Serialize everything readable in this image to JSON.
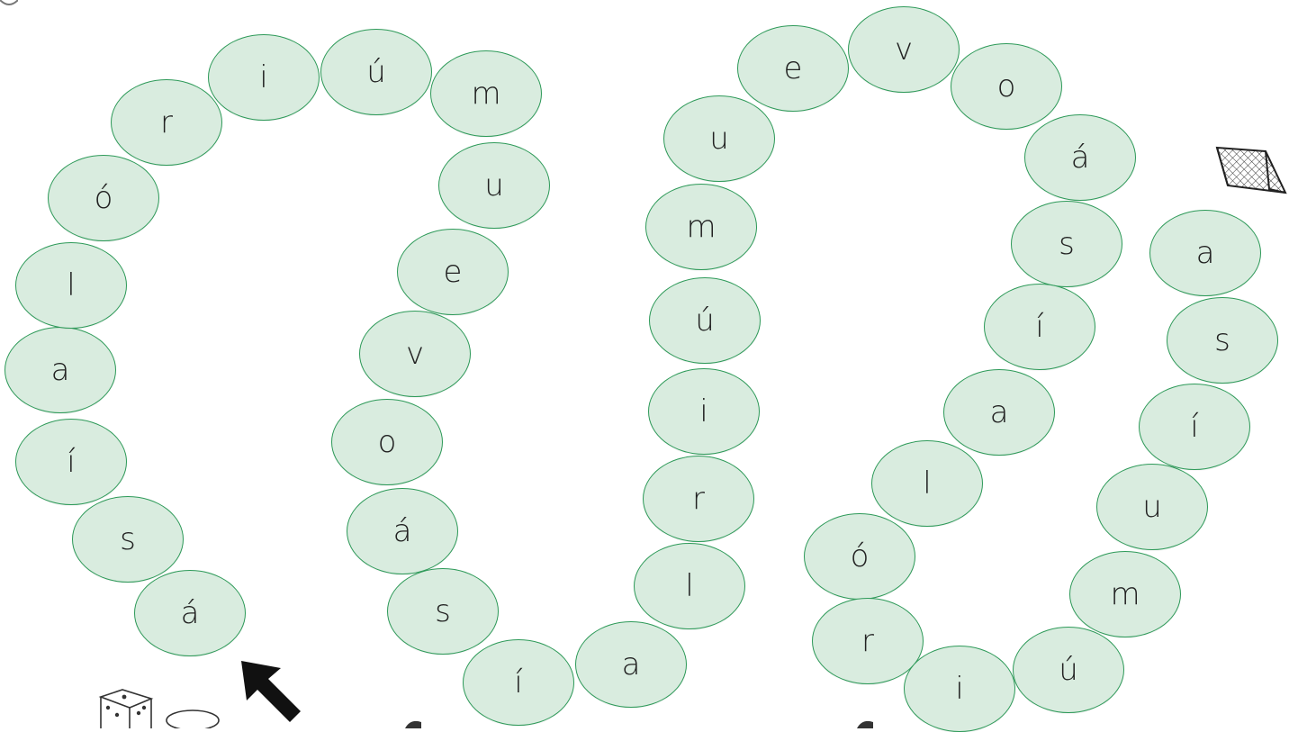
{
  "board": {
    "accent_color": "#d9ecdf",
    "border_color": "#2e9a59",
    "spaces": [
      {
        "letter": "á"
      },
      {
        "letter": "s"
      },
      {
        "letter": "í"
      },
      {
        "letter": "a"
      },
      {
        "letter": "l"
      },
      {
        "letter": "ó"
      },
      {
        "letter": "r"
      },
      {
        "letter": "i"
      },
      {
        "letter": "ú"
      },
      {
        "letter": "m"
      },
      {
        "letter": "u"
      },
      {
        "letter": "e"
      },
      {
        "letter": "v"
      },
      {
        "letter": "o"
      },
      {
        "letter": "á"
      },
      {
        "letter": "s"
      },
      {
        "letter": "í"
      },
      {
        "letter": "a"
      },
      {
        "letter": "l"
      },
      {
        "letter": "r"
      },
      {
        "letter": "i"
      },
      {
        "letter": "ú"
      },
      {
        "letter": "m"
      },
      {
        "letter": "u"
      },
      {
        "letter": "e"
      },
      {
        "letter": "v"
      },
      {
        "letter": "o"
      },
      {
        "letter": "á"
      },
      {
        "letter": "s"
      },
      {
        "letter": "í"
      },
      {
        "letter": "a"
      },
      {
        "letter": "l"
      },
      {
        "letter": "ó"
      },
      {
        "letter": "r"
      },
      {
        "letter": "i"
      },
      {
        "letter": "ú"
      },
      {
        "letter": "m"
      },
      {
        "letter": "u"
      },
      {
        "letter": "í"
      },
      {
        "letter": "s"
      },
      {
        "letter": "a"
      }
    ]
  },
  "icons": {
    "start": "start-arrow-icon",
    "goal": "soccer-goal-icon",
    "dice": "dice-icon",
    "token": "game-token-icon"
  }
}
